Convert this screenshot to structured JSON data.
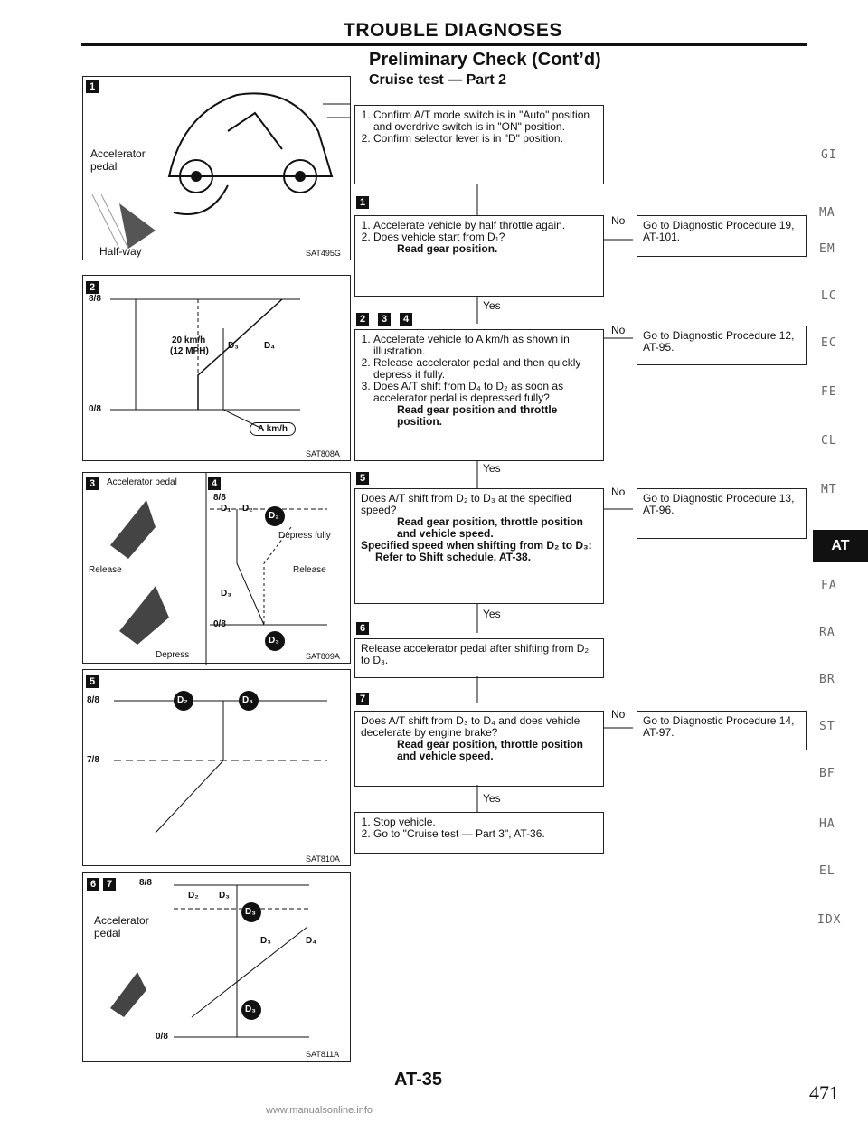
{
  "header": {
    "title": "TROUBLE DIAGNOSES",
    "subtitle": "Preliminary Check (Cont’d)",
    "section": "Cruise test — Part 2"
  },
  "figures": {
    "f1": {
      "badge": "1",
      "label_accel": "Accelerator pedal",
      "label_half": "Half-way",
      "code": "SAT495G"
    },
    "f2": {
      "badge": "2",
      "top": "8/8",
      "bottom": "0/8",
      "speed": "20 km/h",
      "speed2": "(12 MPH)",
      "d3": "D₃",
      "d4": "D₄",
      "akmh": "A km/h",
      "code": "SAT808A"
    },
    "f3": {
      "badge": "3",
      "label_accel": "Accelerator pedal",
      "release": "Release",
      "depress": "Depress"
    },
    "f4": {
      "badge": "4",
      "top": "8/8",
      "bottom": "0/8",
      "d1": "D₁",
      "d2": "D₂",
      "d3": "D₃",
      "depress": "Depress fully",
      "release": "Release",
      "circle": "D₂",
      "circle2": "D₃",
      "code": "SAT809A"
    },
    "f5": {
      "badge": "5",
      "top": "8/8",
      "mid": "7/8",
      "c1": "D₂",
      "c2": "D₃",
      "code": "SAT810A"
    },
    "f67": {
      "badge6": "6",
      "badge7": "7",
      "top": "8/8",
      "bottom": "0/8",
      "label_accel": "Accelerator pedal",
      "d2": "D₂",
      "d3": "D₃",
      "d3b": "D₃",
      "d4": "D₄",
      "c1": "D₃",
      "c2": "D₃",
      "code": "SAT811A"
    }
  },
  "flow": {
    "step0": {
      "items": [
        "Confirm A/T mode switch is in \"Auto\" position and overdrive switch is in \"ON\" position.",
        "Confirm selector lever is in \"D\" position."
      ]
    },
    "step1": {
      "badge": "1",
      "items": [
        "Accelerate vehicle by half throttle again.",
        "Does vehicle start from D₁?"
      ],
      "read": "Read gear position.",
      "no": "No",
      "yes": "Yes",
      "go": "Go to Diagnostic Procedure 19, AT-101."
    },
    "step2": {
      "badges": [
        "2",
        "3",
        "4"
      ],
      "items": [
        "Accelerate vehicle to A km/h as shown in illustration.",
        "Release accelerator pedal and then quickly depress it fully.",
        "Does A/T shift from D₄ to D₂ as soon as accelerator pedal is depressed fully?"
      ],
      "read": "Read gear position and throttle position.",
      "no": "No",
      "yes": "Yes",
      "go": "Go to Diagnostic Procedure 12, AT-95."
    },
    "step3": {
      "badge": "5",
      "text": "Does A/T shift from D₂ to D₃ at the specified speed?",
      "read": "Read gear position, throttle position and vehicle speed.",
      "spec": "Specified speed when shifting from D₂ to D₃:",
      "ref": "Refer to Shift schedule, AT-38.",
      "no": "No",
      "yes": "Yes",
      "go": "Go to Diagnostic Procedure 13, AT-96."
    },
    "step4": {
      "badge": "6",
      "text": "Release accelerator pedal after shifting from D₂ to D₃."
    },
    "step5": {
      "badge": "7",
      "text": "Does A/T shift from D₃ to D₄ and does vehicle decelerate by engine brake?",
      "read": "Read gear position, throttle position and vehicle speed.",
      "no": "No",
      "yes": "Yes",
      "go": "Go to Diagnostic Procedure 14, AT-97."
    },
    "step6": {
      "items": [
        "Stop vehicle.",
        "Go to \"Cruise test — Part 3\", AT-36."
      ]
    }
  },
  "side_tabs": [
    "GI",
    "MA",
    "EM",
    "LC",
    "EC",
    "FE",
    "CL",
    "MT",
    "AT",
    "FA",
    "RA",
    "BR",
    "ST",
    "BF",
    "HA",
    "EL",
    "IDX"
  ],
  "footer": {
    "page": "AT-35",
    "pgnum": "471",
    "watermark": "www.manualsonline.info"
  }
}
